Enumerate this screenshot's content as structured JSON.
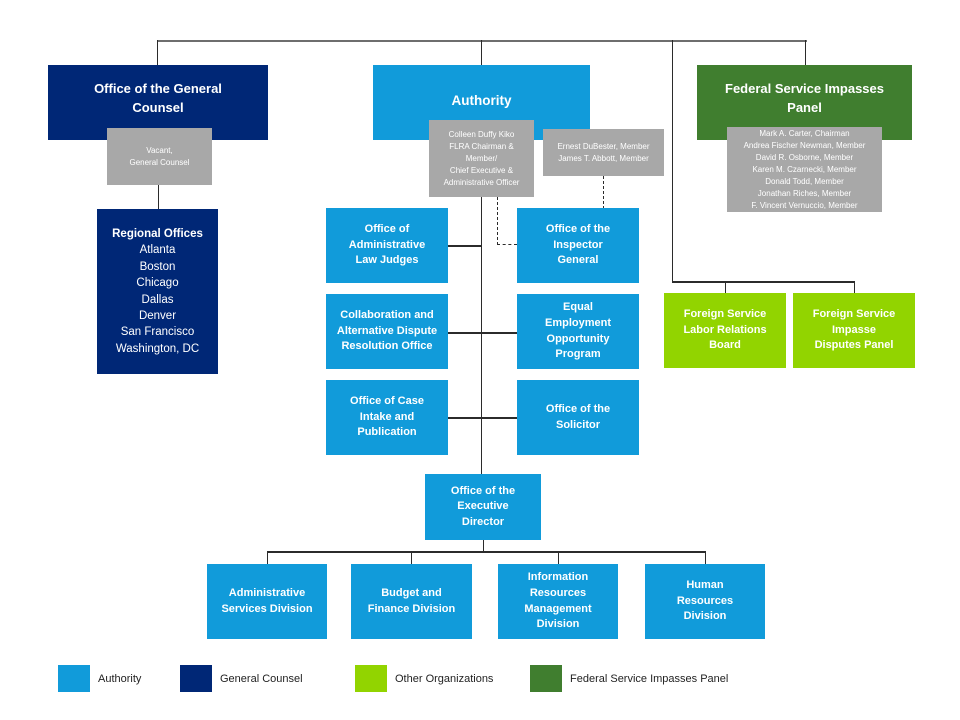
{
  "palette": {
    "authority_blue": "#119BDA",
    "counsel_navy": "#002776",
    "other_green": "#92D400",
    "impasses_green": "#407E2F",
    "staff_gray": "#A8A8A8"
  },
  "boxes": {
    "general_counsel": {
      "title": "Office of the General\nCounsel"
    },
    "general_counsel_staff": {
      "lines": [
        "Vacant,",
        "General Counsel"
      ]
    },
    "regional_offices": {
      "title": "Regional Offices",
      "cities": [
        "Atlanta",
        "Boston",
        "Chicago",
        "Dallas",
        "Denver",
        "San Francisco",
        "Washington, DC"
      ]
    },
    "authority": {
      "title": "Authority"
    },
    "authority_chairman": {
      "lines": [
        "Colleen Duffy Kiko",
        "FLRA Chairman &",
        "Member/",
        "Chief Executive &",
        "Administrative Officer"
      ]
    },
    "authority_members": {
      "lines": [
        "Ernest DuBester, Member",
        "James T. Abbott, Member"
      ]
    },
    "impasses_panel": {
      "title": "Federal Service Impasses\nPanel"
    },
    "impasses_members": {
      "lines": [
        "Mark A. Carter, Chairman",
        "Andrea Fischer Newman, Member",
        "David R. Osborne, Member",
        "Karen M. Czarnecki, Member",
        "Donald Todd, Member",
        "Jonathan Riches, Member",
        "F. Vincent Vernuccio, Member"
      ]
    },
    "admin_law_judges": {
      "title": "Office of\nAdministrative\nLaw Judges"
    },
    "inspector_general": {
      "title": "Office of the\nInspector\nGeneral"
    },
    "cadr_office": {
      "title": "Collaboration and\nAlternative Dispute\nResolution Office"
    },
    "eeo_program": {
      "title": "Equal\nEmployment\nOpportunity\nProgram"
    },
    "case_intake": {
      "title": "Office of Case\nIntake and\nPublication"
    },
    "solicitor": {
      "title": "Office of the\nSolicitor"
    },
    "executive_director": {
      "title": "Office of the\nExecutive\nDirector"
    },
    "fs_labor_relations_board": {
      "title": "Foreign Service\nLabor Relations\nBoard"
    },
    "fs_impasse_disputes_panel": {
      "title": "Foreign Service\nImpasse\nDisputes Panel"
    },
    "admin_services_division": {
      "title": "Administrative\nServices Division"
    },
    "budget_finance_division": {
      "title": "Budget and\nFinance Division"
    },
    "info_resources_division": {
      "title": "Information\nResources\nManagement\nDivision"
    },
    "human_resources_division": {
      "title": "Human\nResources\nDivision"
    }
  },
  "legend": {
    "items": [
      {
        "label": "Authority",
        "color": "#119BDA"
      },
      {
        "label": "General Counsel",
        "color": "#002776"
      },
      {
        "label": "Other Organizations",
        "color": "#92D400"
      },
      {
        "label": "Federal Service Impasses Panel",
        "color": "#407E2F"
      }
    ]
  }
}
